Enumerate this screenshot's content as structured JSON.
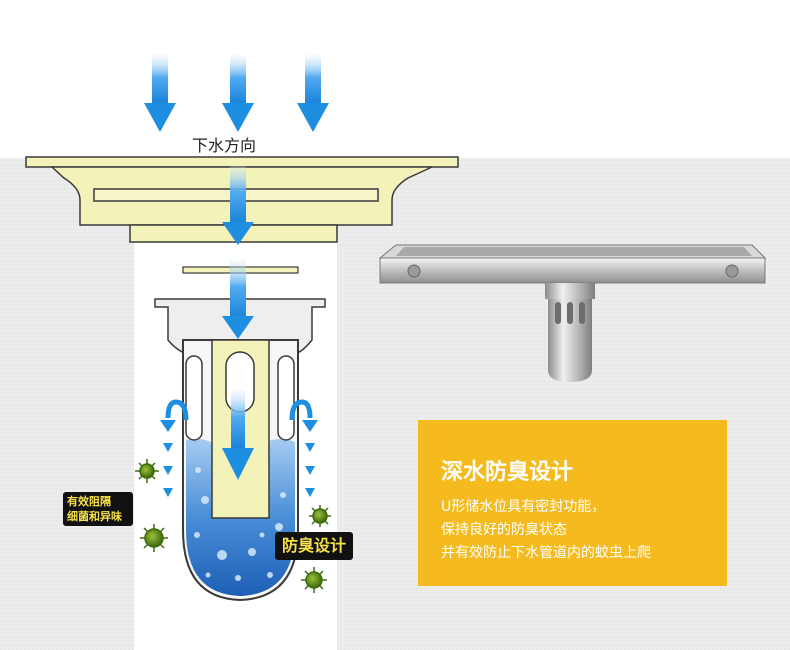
{
  "flow_label": "下水方向",
  "badges": {
    "block_line1": "有效阻隔",
    "block_line2": "细菌和异味",
    "anti_odor": "防臭设计"
  },
  "panel": {
    "title": "深水防臭设计",
    "lines": [
      "U形储水位具有密封功能，",
      "保持良好的防臭状态",
      "并有效防止下水管道内的蚊虫上爬"
    ]
  },
  "colors": {
    "panel_bg": "#f5bb1e",
    "arrow_blue": "#1e8fe0",
    "drain_body": "#f3f2b8",
    "water_blue": "#2f7fd0",
    "bacteria_green": "#5e8f1c"
  },
  "icons": [
    "arrow-down-icon",
    "bacteria-icon",
    "water-bubble-icon",
    "curved-arrow-icon"
  ]
}
